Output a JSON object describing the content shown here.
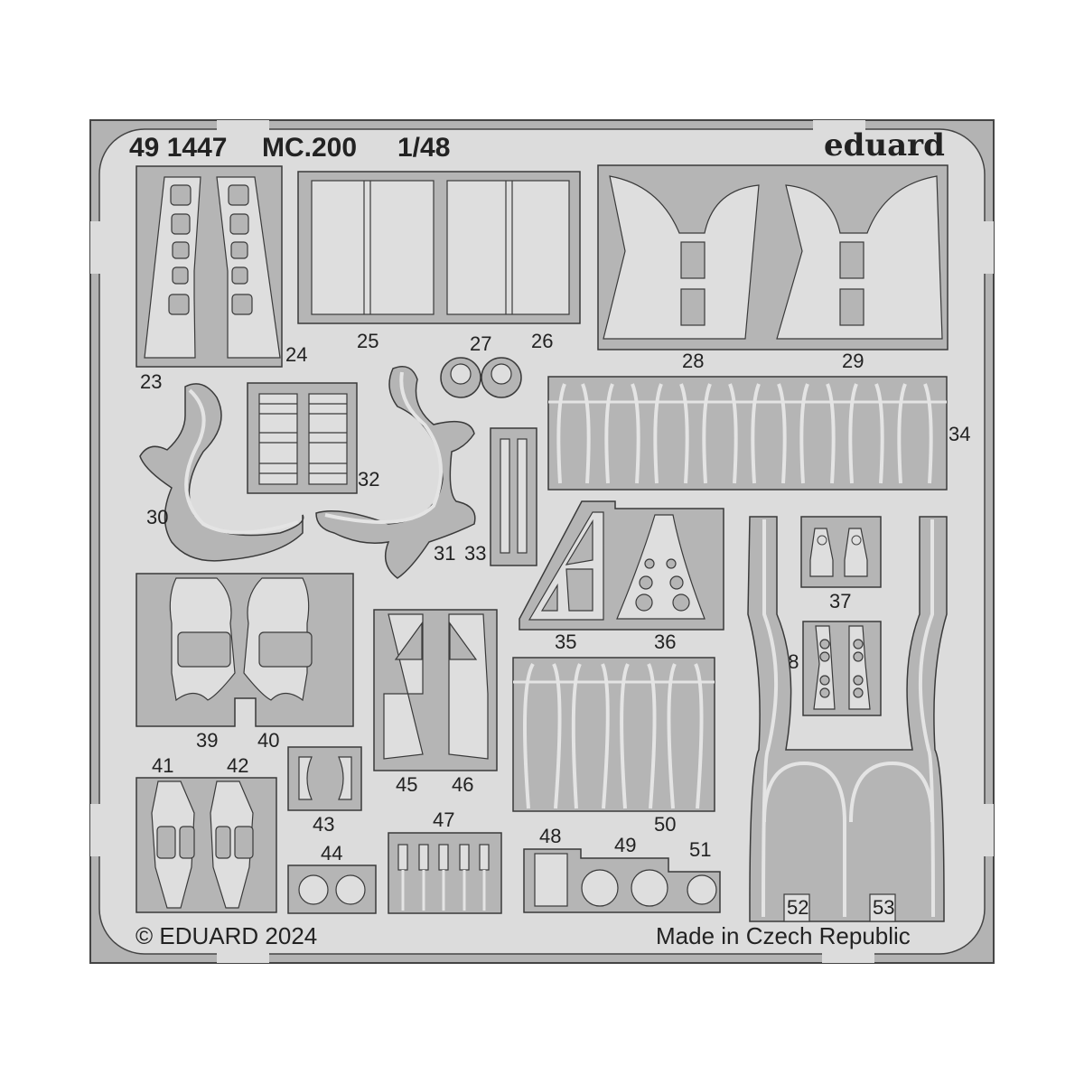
{
  "header": {
    "product_code": "49 1447",
    "model": "MC.200",
    "scale": "1/48",
    "brand": "eduard"
  },
  "footer": {
    "copyright": "© EDUARD 2024",
    "origin": "Made in Czech Republic"
  },
  "colors": {
    "sheet": "#dcdcdc",
    "frame": "#b3b3b3",
    "cutout": "#b5b5b5",
    "part": "#dedede",
    "outline": "#3a3a3a",
    "text": "#222222"
  },
  "parts": {
    "p23": "23",
    "p24": "24",
    "p25": "25",
    "p26": "26",
    "p27": "27",
    "p28": "28",
    "p29": "29",
    "p30": "30",
    "p31": "31",
    "p32": "32",
    "p33": "33",
    "p34": "34",
    "p35": "35",
    "p36": "36",
    "p37": "37",
    "p38": "38",
    "p39": "39",
    "p40": "40",
    "p41": "41",
    "p42": "42",
    "p43": "43",
    "p44": "44",
    "p45": "45",
    "p46": "46",
    "p47": "47",
    "p48": "48",
    "p49": "49",
    "p50": "50",
    "p51": "51",
    "p52": "52",
    "p53": "53"
  }
}
